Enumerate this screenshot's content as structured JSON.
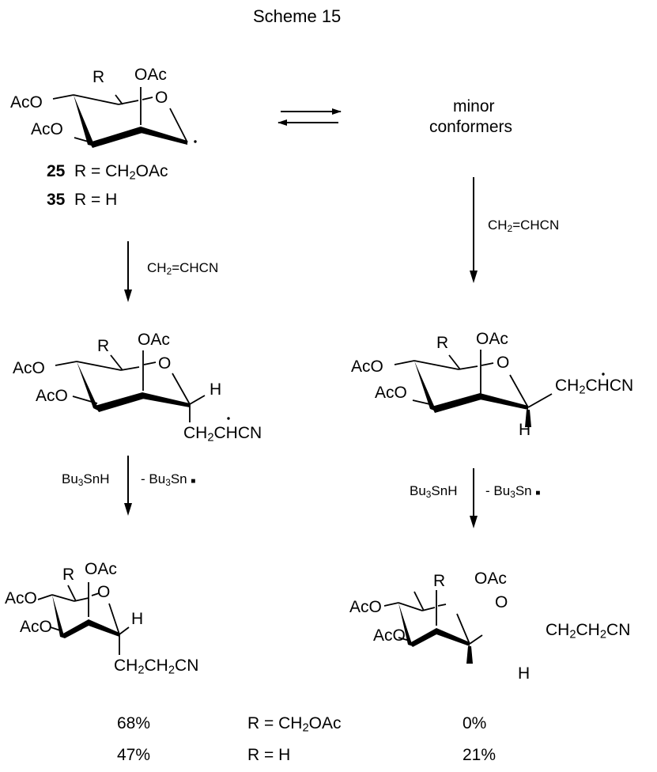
{
  "title": "Scheme 15",
  "labels": {
    "OAc": "OAc",
    "AcO": "AcO",
    "O": "O",
    "R": "R",
    "H": "H"
  },
  "start": {
    "compounds": [
      {
        "number": "25",
        "r_def": "R = CH",
        "r_sub": "2",
        "r_rest": "OAc"
      },
      {
        "number": "35",
        "r_def": "R = H"
      }
    ]
  },
  "minor": {
    "line1": "minor",
    "line2": "conformers"
  },
  "reagents": {
    "acrylonitrile": {
      "pre": "CH",
      "sub": "2",
      "post": "=CHCN"
    },
    "tin_hydride": {
      "pre": "Bu",
      "sub": "3",
      "post": "SnH"
    },
    "tin_radical": {
      "pre": "- Bu",
      "sub": "3",
      "post": "Sn"
    }
  },
  "intermediates": {
    "left_sidechain": {
      "pre": "CH",
      "sub": "2",
      "post": "CHCN"
    },
    "right_sidechain": {
      "pre": "CH",
      "sub": "2",
      "post": "CHCN"
    }
  },
  "products": {
    "left_sidechain": {
      "a": "CH",
      "s1": "2",
      "b": "CH",
      "s2": "2",
      "c": "CN"
    },
    "right_sidechain": {
      "a": "CH",
      "s1": "2",
      "b": "CH",
      "s2": "2",
      "c": "CN"
    }
  },
  "yields": {
    "rows": [
      {
        "left": "68%",
        "r_pre": "R = CH",
        "r_sub": "2",
        "r_post": "OAc",
        "right": "0%"
      },
      {
        "left": "47%",
        "r_pre": "R = H",
        "r_sub": "",
        "r_post": "",
        "right": "21%"
      }
    ]
  }
}
